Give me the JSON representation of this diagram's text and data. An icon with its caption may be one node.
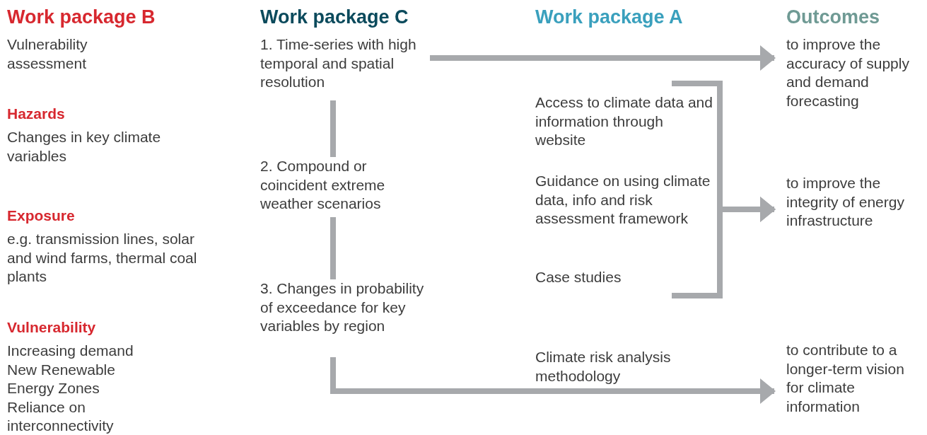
{
  "diagram": {
    "nodes": [
      {
        "text": [
          "1. Time-series with high temporal and spatial resolution"
        ]
      },
      {
        "text": [
          "2. Compound or coincident extreme weather scenarios"
        ]
      },
      {
        "text": [
          "3. Changes in probability of exceedance for key variables by region"
        ]
      },
      {
        "text": [
          "Access to climate data and information through website"
        ]
      },
      {
        "text": [
          "Case studies"
        ]
      },
      {
        "text": [
          "to improve the accuracy of supply and demand forecasting"
        ]
      },
      {
        "text": [
          "to improve the integrity of energy infrastructure"
        ]
      },
      {
        "text": [
          "to contribute to a longer-term vision for climate information"
        ]
      }
    ],
    "edges": [
      {
        "from": 0,
        "to": 5,
        "arrow": "to"
      },
      {
        "from": 0,
        "to": 1,
        "arrow": "none"
      },
      {
        "from": 1,
        "to": 2,
        "arrow": "none"
      },
      {
        "from": 2,
        "to": 7,
        "arrow": "to"
      },
      {
        "from": 3,
        "to": 6,
        "arrow": "to"
      },
      {
        "from": 4,
        "to": 6,
        "arrow": "to"
      }
    ],
    "labels": [
      "Work package B",
      "Work package C",
      "Work package A",
      "Outcomes",
      "Vulnerability assessment",
      "Hazards",
      "Changes in key climate variables",
      "Exposure",
      "e.g. transmission lines, solar and wind farms, thermal coal plants",
      "Vulnerability",
      "Increasing demand",
      "New Renewable Energy Zones",
      "Reliance on interconnectivity",
      "Guidance on using climate data, info and risk assessment framework",
      "Climate risk analysis methodology"
    ]
  }
}
